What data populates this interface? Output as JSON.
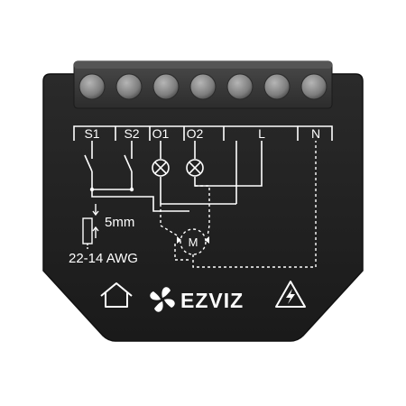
{
  "product": {
    "brand": "EZVIZ",
    "terminals": [
      "S1",
      "S2",
      "O1",
      "O2",
      "L",
      "N"
    ],
    "strip_length": "5mm",
    "wire_gauge": "22-14 AWG",
    "motor_label": "M",
    "icons": [
      "home-icon",
      "ezviz-fan-logo-icon",
      "high-voltage-warning-icon",
      "lamp-icon",
      "switch-icon",
      "motor-icon"
    ],
    "colors": {
      "body": "#222222",
      "body_edge": "#151515",
      "terminal_strip": "#3a3a3a",
      "terminal_screw": "#8a8a8a",
      "print": "#ffffff",
      "background": "#ffffff"
    }
  }
}
